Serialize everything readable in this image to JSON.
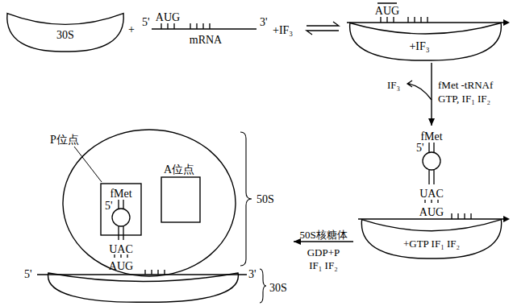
{
  "diagram": {
    "nodes": [
      {
        "text": [
          "30S"
        ]
      },
      {
        "text": [
          "AUG",
          "+IF₃"
        ]
      },
      {
        "text": [
          "fMet",
          "5'",
          "UAC",
          "AUG",
          "+GTP IF₁ IF₂"
        ]
      },
      {
        "text": [
          "50S",
          "UAC",
          "AUG"
        ]
      },
      {
        "text": [
          "P位点",
          "fMet",
          "5'"
        ],
        "in": 3
      },
      {
        "text": [
          "A位点"
        ],
        "in": 3
      },
      {
        "text": [
          "30S",
          "5'",
          "3'"
        ]
      }
    ],
    "edges": [
      {
        "from": 1,
        "to": 2,
        "arrow": "to"
      },
      {
        "from": 2,
        "to": 3,
        "arrow": "to"
      }
    ],
    "labels": [
      "+",
      "5'",
      "AUG",
      "mRNA",
      "3'",
      "+IF₃",
      "IF₃",
      "fMet -tRNAf",
      "GTP, IF₁ IF₂",
      "50S核糖体",
      "GDP+P",
      "IF₁ IF₂"
    ]
  }
}
